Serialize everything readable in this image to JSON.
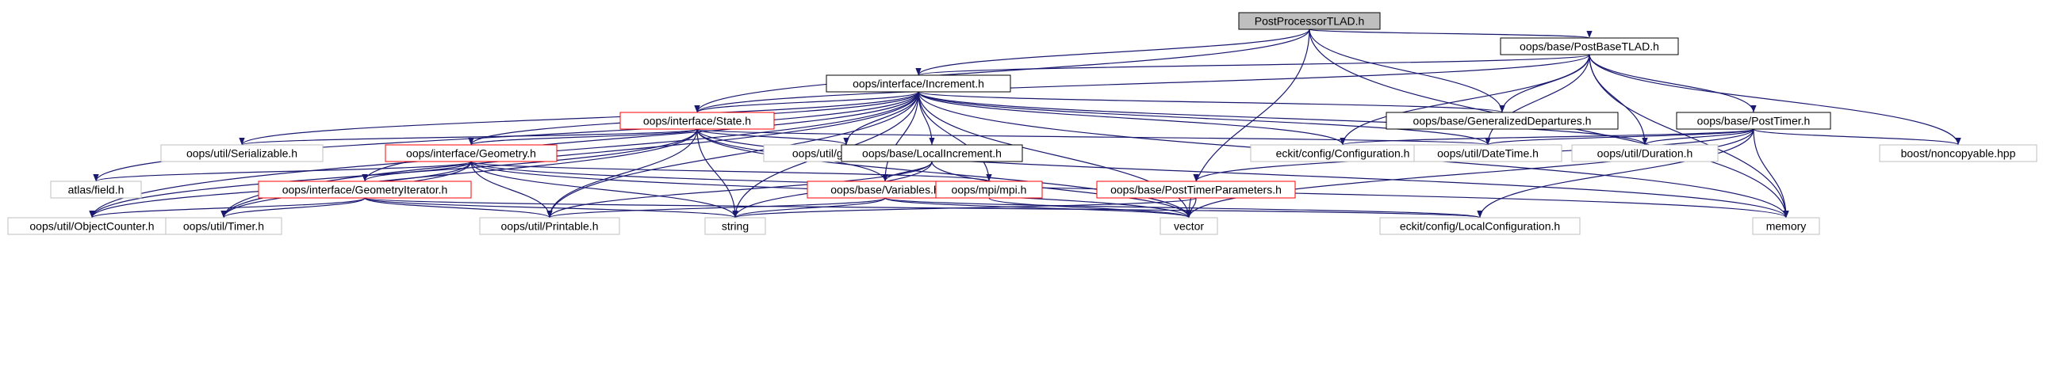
{
  "colors": {
    "edge": "#191970",
    "border_normal": "#000000",
    "border_truncated": "#ff0000",
    "border_external": "#bfbfbf",
    "fill_root": "#bfbfbf",
    "fill_default": "#ffffff"
  },
  "nodes": [
    {
      "id": "root",
      "label": "PostProcessorTLAD.h",
      "style": "root"
    },
    {
      "id": "postbase",
      "label": "oops/base/PostBaseTLAD.h",
      "style": "normal"
    },
    {
      "id": "increment",
      "label": "oops/interface/Increment.h",
      "style": "normal"
    },
    {
      "id": "state",
      "label": "oops/interface/State.h",
      "style": "truncated"
    },
    {
      "id": "gendep",
      "label": "oops/base/GeneralizedDepartures.h",
      "style": "normal"
    },
    {
      "id": "posttimer",
      "label": "oops/base/PostTimer.h",
      "style": "normal"
    },
    {
      "id": "serializable",
      "label": "oops/util/Serializable.h",
      "style": "external"
    },
    {
      "id": "gatherprint",
      "label": "oops/util/gatherPrint.h",
      "style": "external"
    },
    {
      "id": "config",
      "label": "eckit/config/Configuration.h",
      "style": "external"
    },
    {
      "id": "datetime",
      "label": "oops/util/DateTime.h",
      "style": "external"
    },
    {
      "id": "duration",
      "label": "oops/util/Duration.h",
      "style": "external"
    },
    {
      "id": "noncopyable",
      "label": "boost/noncopyable.hpp",
      "style": "external"
    },
    {
      "id": "geometry",
      "label": "oops/interface/Geometry.h",
      "style": "truncated"
    },
    {
      "id": "localinc",
      "label": "oops/base/LocalIncrement.h",
      "style": "normal"
    },
    {
      "id": "atlasfield",
      "label": "atlas/field.h",
      "style": "external"
    },
    {
      "id": "geoiter",
      "label": "oops/interface/GeometryIterator.h",
      "style": "truncated"
    },
    {
      "id": "variables",
      "label": "oops/base/Variables.h",
      "style": "truncated"
    },
    {
      "id": "mpi",
      "label": "oops/mpi/mpi.h",
      "style": "truncated"
    },
    {
      "id": "ptparams",
      "label": "oops/base/PostTimerParameters.h",
      "style": "truncated"
    },
    {
      "id": "objcounter",
      "label": "oops/util/ObjectCounter.h",
      "style": "external"
    },
    {
      "id": "timer",
      "label": "oops/util/Timer.h",
      "style": "external"
    },
    {
      "id": "printable",
      "label": "oops/util/Printable.h",
      "style": "external"
    },
    {
      "id": "string",
      "label": "string",
      "style": "external"
    },
    {
      "id": "vector",
      "label": "vector",
      "style": "external"
    },
    {
      "id": "localconfig",
      "label": "eckit/config/LocalConfiguration.h",
      "style": "external"
    },
    {
      "id": "memory",
      "label": "memory",
      "style": "external"
    }
  ],
  "edges": [
    [
      "root",
      "postbase"
    ],
    [
      "root",
      "increment"
    ],
    [
      "root",
      "state"
    ],
    [
      "root",
      "gendep"
    ],
    [
      "root",
      "vector"
    ],
    [
      "root",
      "memory"
    ],
    [
      "postbase",
      "increment"
    ],
    [
      "postbase",
      "state"
    ],
    [
      "postbase",
      "gendep"
    ],
    [
      "postbase",
      "posttimer"
    ],
    [
      "postbase",
      "config"
    ],
    [
      "postbase",
      "datetime"
    ],
    [
      "postbase",
      "duration"
    ],
    [
      "postbase",
      "noncopyable"
    ],
    [
      "postbase",
      "memory"
    ],
    [
      "increment",
      "state"
    ],
    [
      "increment",
      "gendep"
    ],
    [
      "increment",
      "serializable"
    ],
    [
      "increment",
      "gatherprint"
    ],
    [
      "increment",
      "config"
    ],
    [
      "increment",
      "datetime"
    ],
    [
      "increment",
      "duration"
    ],
    [
      "increment",
      "geometry"
    ],
    [
      "increment",
      "localinc"
    ],
    [
      "increment",
      "atlasfield"
    ],
    [
      "increment",
      "geoiter"
    ],
    [
      "increment",
      "variables"
    ],
    [
      "increment",
      "mpi"
    ],
    [
      "increment",
      "objcounter"
    ],
    [
      "increment",
      "timer"
    ],
    [
      "increment",
      "printable"
    ],
    [
      "increment",
      "string"
    ],
    [
      "increment",
      "vector"
    ],
    [
      "increment",
      "memory"
    ],
    [
      "state",
      "serializable"
    ],
    [
      "state",
      "gatherprint"
    ],
    [
      "state",
      "datetime"
    ],
    [
      "state",
      "geometry"
    ],
    [
      "state",
      "variables"
    ],
    [
      "state",
      "objcounter"
    ],
    [
      "state",
      "timer"
    ],
    [
      "state",
      "printable"
    ],
    [
      "state",
      "string"
    ],
    [
      "state",
      "vector"
    ],
    [
      "state",
      "memory"
    ],
    [
      "posttimer",
      "config"
    ],
    [
      "posttimer",
      "datetime"
    ],
    [
      "posttimer",
      "duration"
    ],
    [
      "posttimer",
      "noncopyable"
    ],
    [
      "posttimer",
      "ptparams"
    ],
    [
      "posttimer",
      "localconfig"
    ],
    [
      "posttimer",
      "vector"
    ],
    [
      "posttimer",
      "memory"
    ],
    [
      "geometry",
      "geoiter"
    ],
    [
      "geometry",
      "atlasfield"
    ],
    [
      "geometry",
      "mpi"
    ],
    [
      "geometry",
      "objcounter"
    ],
    [
      "geometry",
      "timer"
    ],
    [
      "geometry",
      "printable"
    ],
    [
      "geometry",
      "string"
    ],
    [
      "geometry",
      "vector"
    ],
    [
      "geometry",
      "memory"
    ],
    [
      "localinc",
      "variables"
    ],
    [
      "localinc",
      "printable"
    ],
    [
      "localinc",
      "string"
    ],
    [
      "localinc",
      "vector"
    ],
    [
      "geoiter",
      "objcounter"
    ],
    [
      "geoiter",
      "timer"
    ],
    [
      "geoiter",
      "printable"
    ],
    [
      "geoiter",
      "string"
    ],
    [
      "geoiter",
      "localconfig"
    ],
    [
      "variables",
      "printable"
    ],
    [
      "variables",
      "string"
    ],
    [
      "variables",
      "vector"
    ],
    [
      "variables",
      "localconfig"
    ],
    [
      "mpi",
      "vector"
    ],
    [
      "ptparams",
      "string"
    ],
    [
      "ptparams",
      "vector"
    ]
  ]
}
